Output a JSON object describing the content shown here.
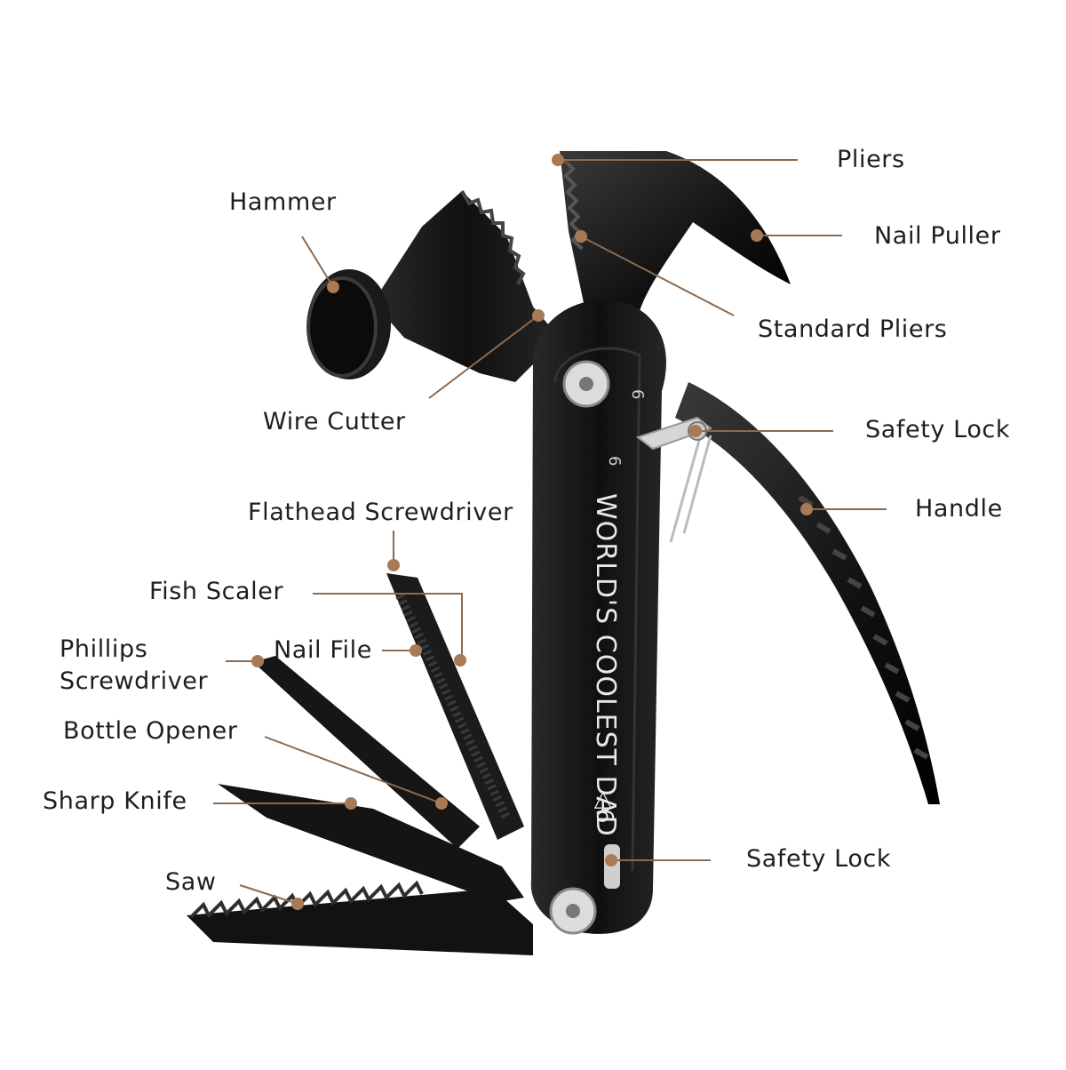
{
  "diagram": {
    "product_engraving": "WORLD'S COOLEST DAD",
    "logo_mark": "◁6",
    "handle_marks": [
      "6",
      "6"
    ],
    "colors": {
      "tool": "#141414",
      "leader": "#8c6a4f",
      "dot": "#a87b56",
      "text": "#1e1e1e",
      "bolt": "#d9d9d9"
    },
    "labels": {
      "pliers": "Pliers",
      "nail_puller": "Nail Puller",
      "hammer": "Hammer",
      "standard_pliers": "Standard Pliers",
      "wire_cutter": "Wire Cutter",
      "safety_lock_top": "Safety Lock",
      "handle": "Handle",
      "flathead_screwdriver": "Flathead Screwdriver",
      "fish_scaler": "Fish Scaler",
      "phillips_screwdriver": "Phillips\nScrewdriver",
      "nail_file": "Nail File",
      "bottle_opener": "Bottle Opener",
      "sharp_knife": "Sharp Knife",
      "saw": "Saw",
      "safety_lock_bottom": "Safety Lock"
    }
  }
}
